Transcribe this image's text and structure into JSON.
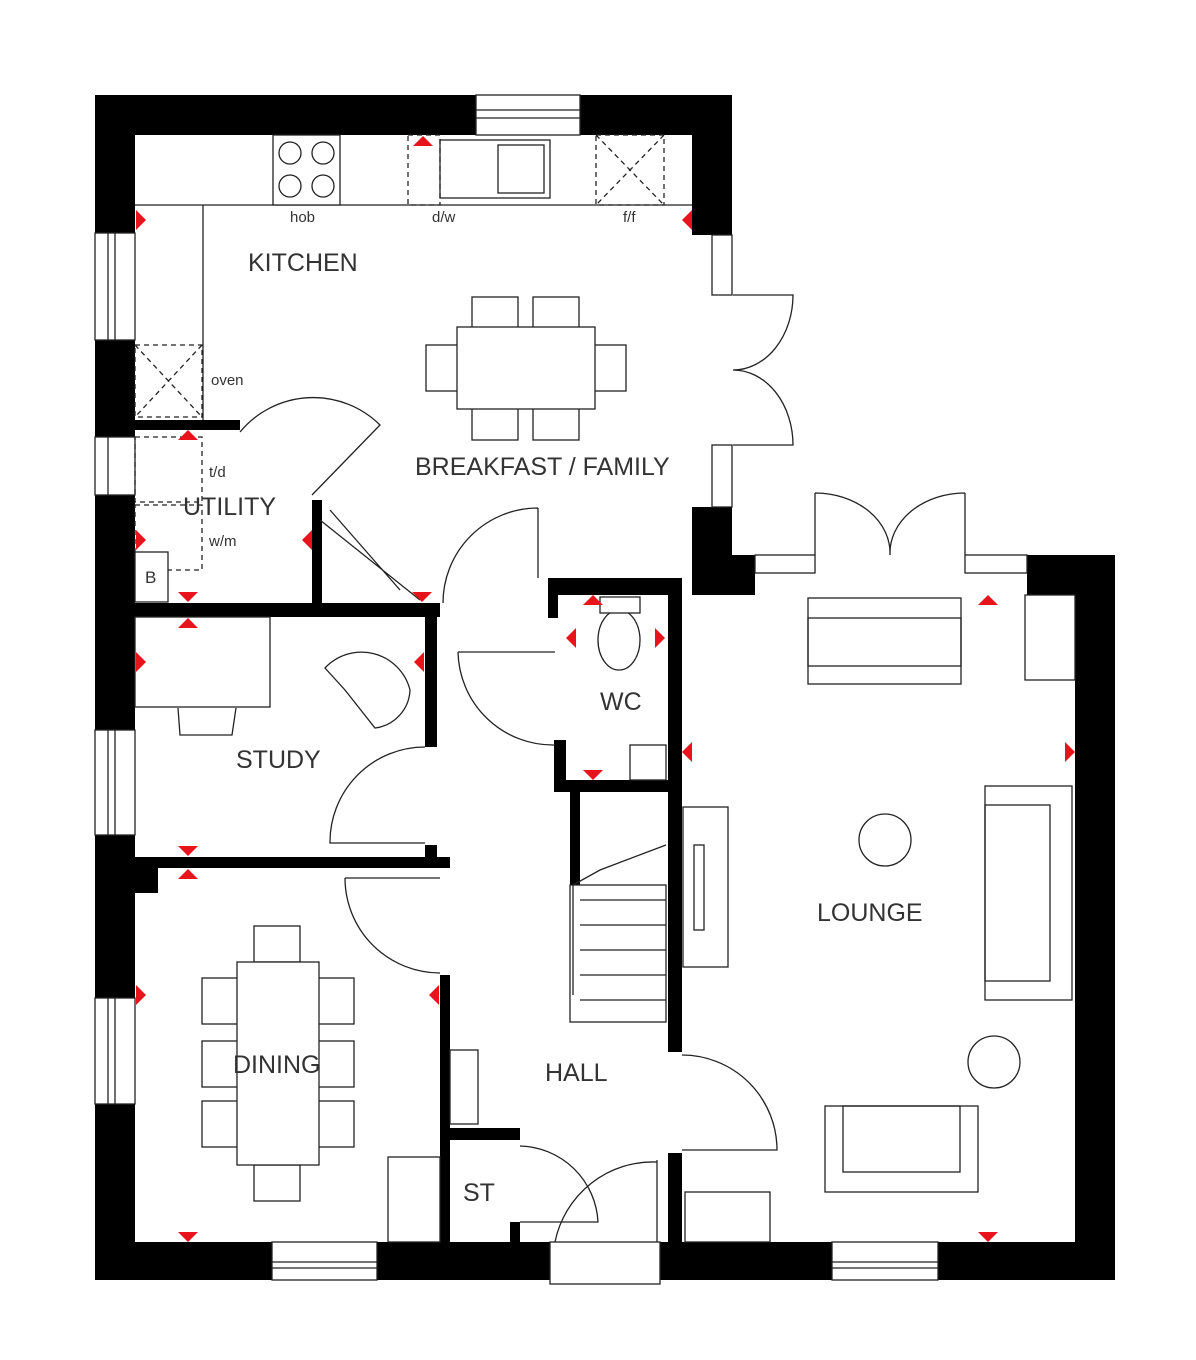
{
  "rooms": {
    "kitchen": "KITCHEN",
    "breakfast_family": "BREAKFAST / FAMILY",
    "utility": "UTILITY",
    "study": "STUDY",
    "wc": "WC",
    "lounge": "LOUNGE",
    "dining": "DINING",
    "hall": "HALL",
    "store": "ST"
  },
  "appliances": {
    "hob": "hob",
    "dishwasher": "d/w",
    "fridge_freezer": "f/f",
    "oven": "oven",
    "tumble_dryer": "t/d",
    "washing_machine": "w/m",
    "boiler": "B"
  },
  "colors": {
    "wall": "#000000",
    "marker": "#e8141b"
  }
}
